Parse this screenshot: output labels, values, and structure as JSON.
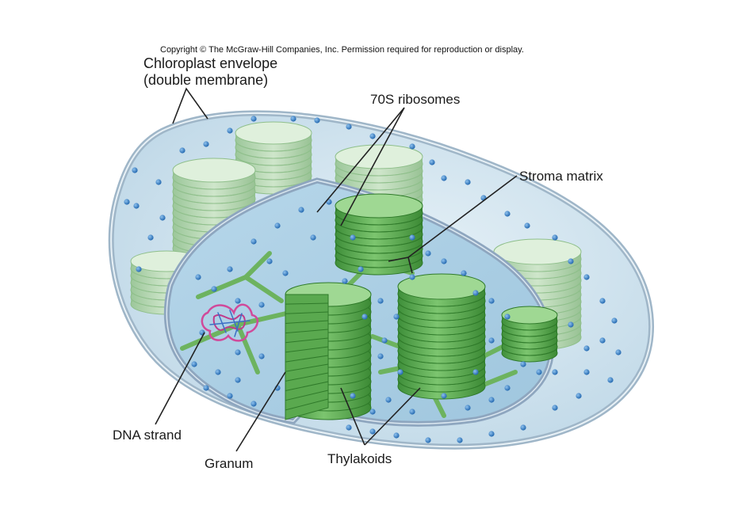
{
  "copyright": "Copyright © The McGraw-Hill Companies, Inc. Permission required for reproduction or display.",
  "labels": {
    "envelope_line1": "Chloroplast envelope",
    "envelope_line2": "(double membrane)",
    "ribosomes": "70S ribosomes",
    "stroma": "Stroma matrix",
    "dna": "DNA strand",
    "granum": "Granum",
    "thylakoids": "Thylakoids"
  },
  "colors": {
    "envelope_fill": "#cfe3ee",
    "inner_stroma": "#a9cde3",
    "membrane": "#8fa8c0",
    "thylakoid_green": "#4f9f46",
    "thylakoid_pale": "#b9d9b4",
    "ribosome_blue": "#2a78c0",
    "dna_pink": "#d04a9a"
  }
}
